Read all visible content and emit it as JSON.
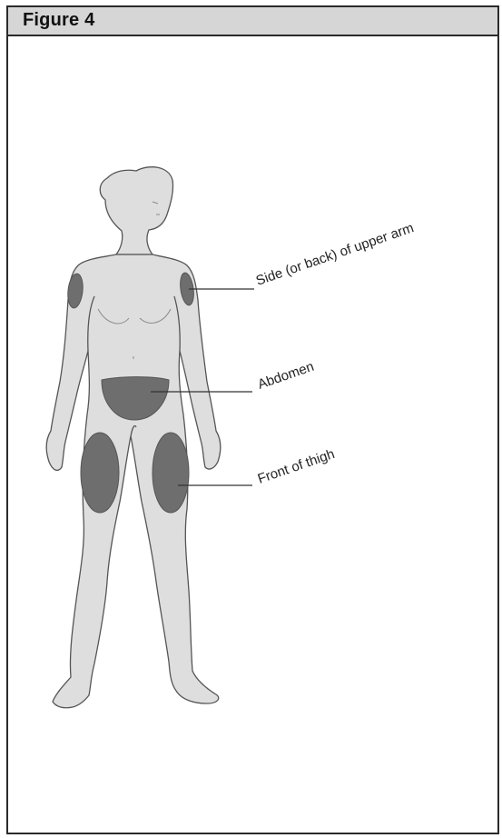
{
  "figure": {
    "title": "Figure 4"
  },
  "labels": {
    "upper_arm": "Side (or back) of upper arm",
    "abdomen": "Abdomen",
    "thigh": "Front of thigh"
  },
  "colors": {
    "header_bg": "#d6d6d6",
    "body_fill": "#dedede",
    "site_fill": "#6e6e6e",
    "outline": "#555555"
  }
}
